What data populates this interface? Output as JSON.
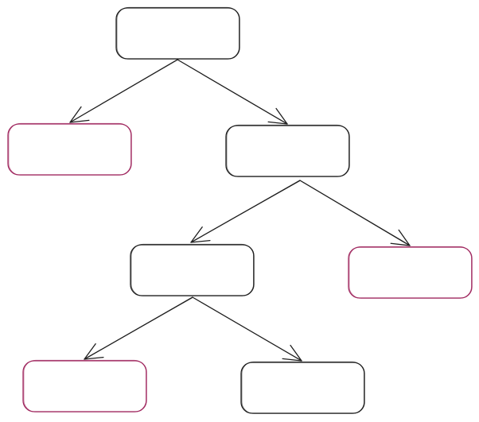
{
  "diagram": {
    "type": "tree",
    "colors": {
      "internal_stroke": "#1e1e1e",
      "leaf_stroke": "#a0285f",
      "edge_stroke": "#1e1e1e",
      "background": "#ffffff"
    },
    "nodes": [
      {
        "id": "n1",
        "kind": "internal",
        "label": ""
      },
      {
        "id": "n2",
        "kind": "leaf",
        "label": ""
      },
      {
        "id": "n3",
        "kind": "internal",
        "label": ""
      },
      {
        "id": "n4",
        "kind": "internal",
        "label": ""
      },
      {
        "id": "n5",
        "kind": "leaf",
        "label": ""
      },
      {
        "id": "n6",
        "kind": "leaf",
        "label": ""
      },
      {
        "id": "n7",
        "kind": "internal",
        "label": ""
      }
    ],
    "edges": [
      {
        "from": "n1",
        "to": "n2"
      },
      {
        "from": "n1",
        "to": "n3"
      },
      {
        "from": "n3",
        "to": "n4"
      },
      {
        "from": "n3",
        "to": "n5"
      },
      {
        "from": "n4",
        "to": "n6"
      },
      {
        "from": "n4",
        "to": "n7"
      }
    ]
  }
}
